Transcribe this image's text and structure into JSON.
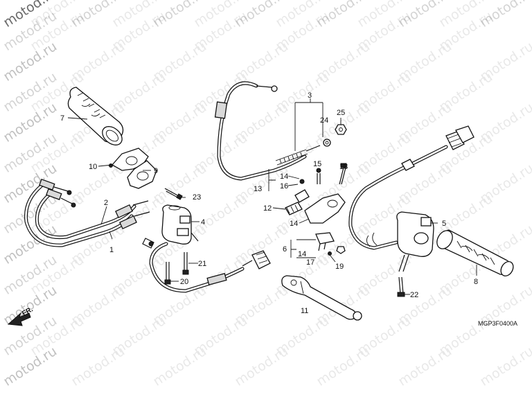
{
  "watermark": "motod.ru",
  "figure_code": "MGP3F0400A",
  "direction_label": "FR.",
  "parts": [
    {
      "ref": "1"
    },
    {
      "ref": "2"
    },
    {
      "ref": "3"
    },
    {
      "ref": "4"
    },
    {
      "ref": "5"
    },
    {
      "ref": "6"
    },
    {
      "ref": "7"
    },
    {
      "ref": "8"
    },
    {
      "ref": "9"
    },
    {
      "ref": "10"
    },
    {
      "ref": "11"
    },
    {
      "ref": "12"
    },
    {
      "ref": "13"
    },
    {
      "ref": "14"
    },
    {
      "ref": "15"
    },
    {
      "ref": "16"
    },
    {
      "ref": "17"
    },
    {
      "ref": "18"
    },
    {
      "ref": "19"
    },
    {
      "ref": "20"
    },
    {
      "ref": "21"
    },
    {
      "ref": "22"
    },
    {
      "ref": "23"
    },
    {
      "ref": "24"
    },
    {
      "ref": "25"
    }
  ],
  "colors": {
    "line": "#111111",
    "watermark": "#000000",
    "background": "#ffffff"
  }
}
